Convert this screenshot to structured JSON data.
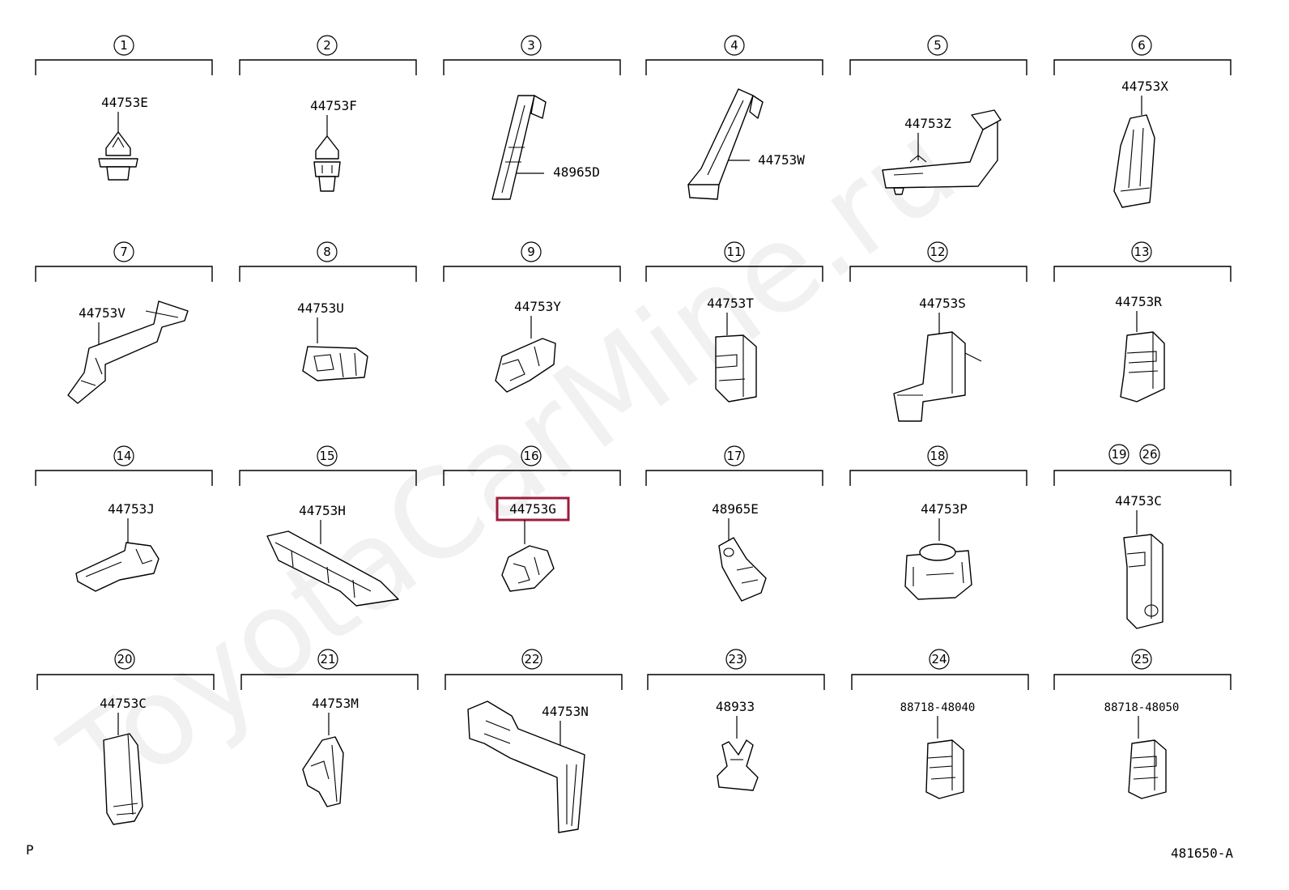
{
  "watermark": "ToyotaCarMine.ru",
  "page_code": "P",
  "diagram_number": "481650-A",
  "highlight_color": "#9c1c3c",
  "highlighted_part": "44753G",
  "cells": [
    {
      "ref": "1",
      "refs": [
        "1"
      ],
      "parts": [
        "44753E"
      ]
    },
    {
      "ref": "2",
      "refs": [
        "2"
      ],
      "parts": [
        "44753F"
      ]
    },
    {
      "ref": "3",
      "refs": [
        "3"
      ],
      "parts": [
        "48965D"
      ]
    },
    {
      "ref": "4",
      "refs": [
        "4"
      ],
      "parts": [
        "44753W"
      ]
    },
    {
      "ref": "5",
      "refs": [
        "5"
      ],
      "parts": [
        "44753Z"
      ]
    },
    {
      "ref": "6",
      "refs": [
        "6"
      ],
      "parts": [
        "44753X"
      ]
    },
    {
      "ref": "7",
      "refs": [
        "7"
      ],
      "parts": [
        "44753V"
      ]
    },
    {
      "ref": "8",
      "refs": [
        "8"
      ],
      "parts": [
        "44753U"
      ]
    },
    {
      "ref": "9",
      "refs": [
        "9"
      ],
      "parts": [
        "44753Y"
      ]
    },
    {
      "ref": "11",
      "refs": [
        "11"
      ],
      "parts": [
        "44753T"
      ]
    },
    {
      "ref": "12",
      "refs": [
        "12"
      ],
      "parts": [
        "44753S"
      ]
    },
    {
      "ref": "13",
      "refs": [
        "13"
      ],
      "parts": [
        "44753R"
      ]
    },
    {
      "ref": "14",
      "refs": [
        "14"
      ],
      "parts": [
        "44753J"
      ]
    },
    {
      "ref": "15",
      "refs": [
        "15"
      ],
      "parts": [
        "44753H"
      ]
    },
    {
      "ref": "16",
      "refs": [
        "16"
      ],
      "parts": [
        "44753G"
      ]
    },
    {
      "ref": "17",
      "refs": [
        "17"
      ],
      "parts": [
        "48965E"
      ]
    },
    {
      "ref": "18",
      "refs": [
        "18"
      ],
      "parts": [
        "44753P"
      ]
    },
    {
      "ref": "19",
      "refs": [
        "19",
        "26"
      ],
      "parts": [
        "44753C"
      ]
    },
    {
      "ref": "20",
      "refs": [
        "20"
      ],
      "parts": [
        "44753C"
      ]
    },
    {
      "ref": "21",
      "refs": [
        "21"
      ],
      "parts": [
        "44753M"
      ]
    },
    {
      "ref": "22",
      "refs": [
        "22"
      ],
      "parts": [
        "44753N"
      ]
    },
    {
      "ref": "23",
      "refs": [
        "23"
      ],
      "parts": [
        "48933"
      ]
    },
    {
      "ref": "24",
      "refs": [
        "24"
      ],
      "parts": [
        "88718-48040"
      ]
    },
    {
      "ref": "25",
      "refs": [
        "25"
      ],
      "parts": [
        "88718-48050"
      ]
    }
  ]
}
